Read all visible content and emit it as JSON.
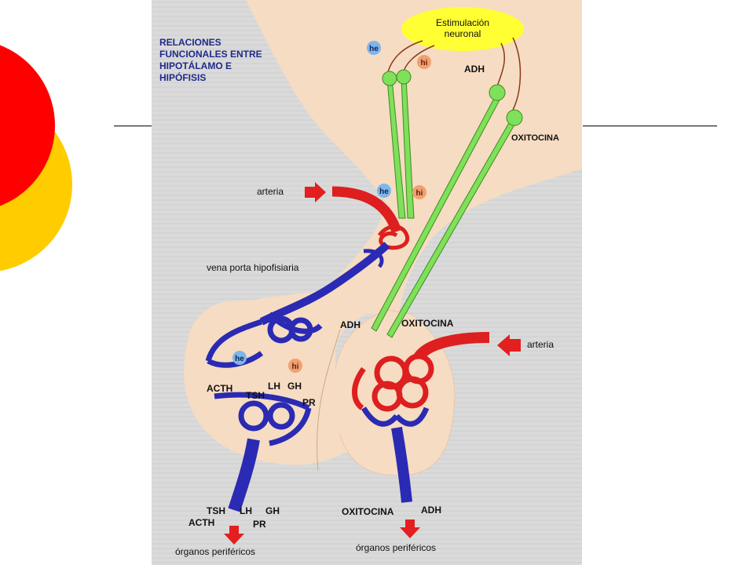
{
  "title_lines": [
    "RELACIONES",
    "FUNCIONALES ENTRE",
    "HIPOTÁLAMO E",
    "HIPÓFISIS"
  ],
  "labels": {
    "stimulation_line1": "Estimulación",
    "stimulation_line2": "neuronal",
    "adh_top": "ADH",
    "oxitocina_top": "OXITOCINA",
    "arteria_top": "arteria",
    "vena_porta": "vena porta hipofisiaria",
    "adh_post": "ADH",
    "oxitocina_post": "OXITOCINA",
    "arteria_right": "arteria",
    "acth": "ACTH",
    "tsh": "TSH",
    "lh": "LH",
    "gh": "GH",
    "pr": "PR",
    "out_tsh": "TSH",
    "out_lh": "LH",
    "out_gh": "GH",
    "out_acth": "ACTH",
    "out_pr": "PR",
    "out_oxitocina": "OXITOCINA",
    "out_adh": "ADH",
    "organos_left": "órganos periféricos",
    "organos_right": "órganos periféricos",
    "he": "he",
    "hi": "hi"
  },
  "colors": {
    "slide_red": "#ff0000",
    "slide_yellow": "#ffcc00",
    "tissue": "#f6dcc2",
    "portal_blue": "#2a2ab4",
    "artery_red": "#dd1f1f",
    "neuron_green": "#7fe05a",
    "stimulation_yellow": "#ffff33",
    "title_blue": "#1e2a8a"
  }
}
